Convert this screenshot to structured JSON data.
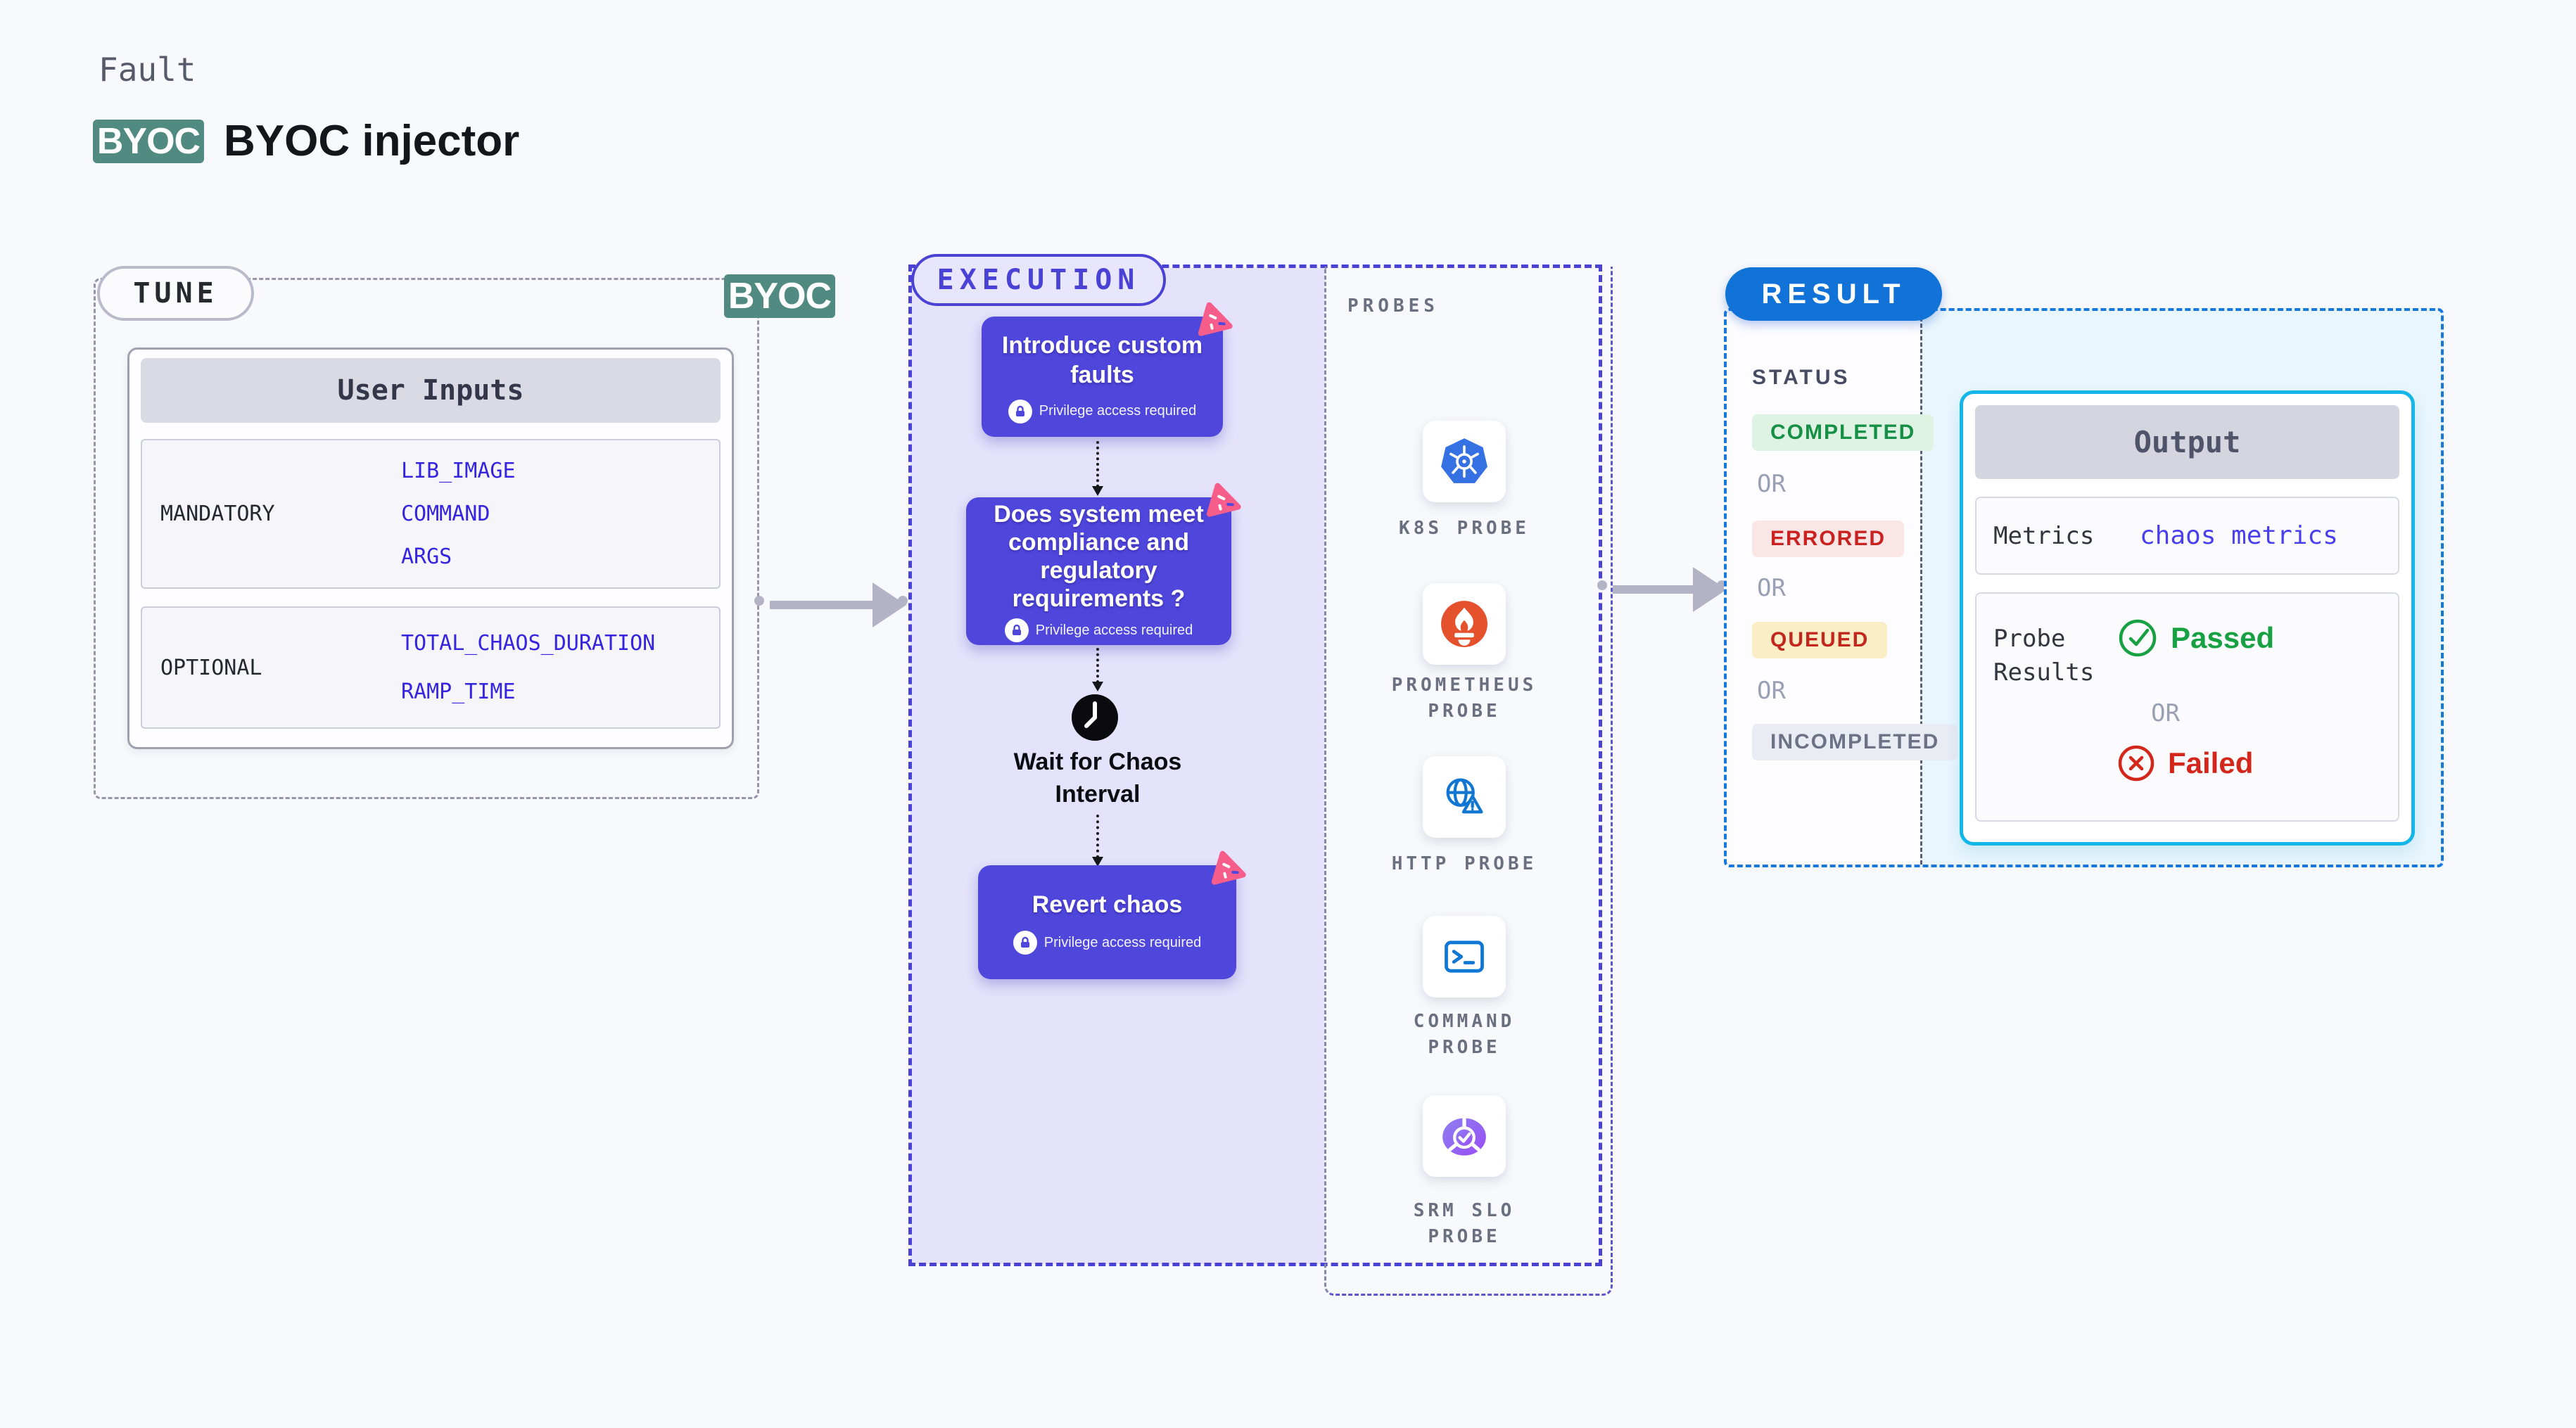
{
  "header": {
    "eyebrow": "Fault",
    "badge": "BYOC",
    "badge_color": "#518a80",
    "title": "BYOC injector"
  },
  "tune": {
    "label": "TUNE",
    "byoc_badge": "BYOC",
    "card_header": "User Inputs",
    "value_color": "#3524e0",
    "rows": [
      {
        "label": "MANDATORY",
        "values": [
          "LIB_IMAGE",
          "COMMAND",
          "ARGS"
        ]
      },
      {
        "label": "OPTIONAL",
        "values": [
          "TOTAL_CHAOS_DURATION",
          "RAMP_TIME"
        ]
      }
    ]
  },
  "execution": {
    "label": "EXECUTION",
    "accent": "#4a42d4",
    "card_color": "#4f46dc",
    "chaos_icon_color": "#f75d8a",
    "cards": [
      {
        "title_lines": [
          "Introduce custom",
          "faults"
        ],
        "note": "Privilege access required"
      },
      {
        "title_lines": [
          "Does system meet",
          "compliance and",
          "regulatory",
          "requirements ?"
        ],
        "note": "Privilege access required"
      },
      {
        "title_lines": [
          "Revert chaos"
        ],
        "note": "Privilege access required"
      }
    ],
    "wait_lines": [
      "Wait for Chaos",
      "Interval"
    ]
  },
  "probes": {
    "label": "PROBES",
    "items": [
      {
        "icon": "kubernetes-icon",
        "label_lines": [
          "K8S PROBE",
          ""
        ]
      },
      {
        "icon": "prometheus-icon",
        "label_lines": [
          "PROMETHEUS",
          "PROBE"
        ]
      },
      {
        "icon": "http-globe-icon",
        "label_lines": [
          "HTTP PROBE",
          ""
        ]
      },
      {
        "icon": "command-terminal-icon",
        "label_lines": [
          "COMMAND",
          "PROBE"
        ]
      },
      {
        "icon": "srm-slo-icon",
        "label_lines": [
          "SRM SLO",
          "PROBE"
        ]
      }
    ]
  },
  "result": {
    "label": "RESULT",
    "accent": "#1172d8",
    "status_heading": "STATUS",
    "or_label": "OR",
    "statuses": [
      {
        "label": "COMPLETED",
        "bg": "#def3e3",
        "color": "#169045"
      },
      {
        "label": "ERRORED",
        "bg": "#fbe6e6",
        "color": "#c92221"
      },
      {
        "label": "QUEUED",
        "bg": "#fbeec6",
        "color": "#c2271d"
      },
      {
        "label": "INCOMPLETED",
        "bg": "#eaecf3",
        "color": "#6d7287"
      }
    ],
    "output": {
      "header": "Output",
      "border_color": "#14b6ea",
      "metrics_label": "Metrics",
      "metrics_value": "chaos metrics",
      "probe_results_label_lines": [
        "Probe",
        "Results"
      ],
      "passed": "Passed",
      "passed_color": "#18a142",
      "failed": "Failed",
      "failed_color": "#d3271c"
    }
  }
}
